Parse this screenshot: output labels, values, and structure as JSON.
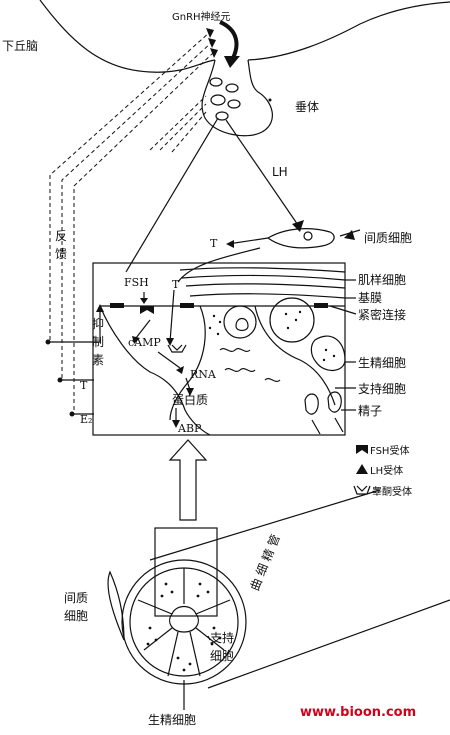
{
  "labels": {
    "hypothalamus": "下丘脑",
    "gnrh_neuron": "GnRH神经元",
    "pituitary": "垂体",
    "lh": "LH",
    "interstitial_cell": "间质细胞",
    "t_top": "T",
    "feedback": "反馈",
    "inhibin_1": "抑",
    "inhibin_2": "制",
    "inhibin_3": "素",
    "t_side": "T",
    "e2": "E₂",
    "fsh": "FSH",
    "t_box": "T",
    "camp": "cAMP",
    "rna": "RNA",
    "protein": "蛋白质",
    "abp": "ABP",
    "myoid_cell": "肌样细胞",
    "basement_membrane": "基膜",
    "tight_junction": "紧密连接",
    "spermatogenic_cell": "生精细胞",
    "sertoli_cell": "支持细胞",
    "sperm": "精子",
    "legend_fsh": "FSH受体",
    "legend_lh": "LH受体",
    "legend_testosterone": "睾酮受体",
    "seminiferous_tubule": "曲 细 精 管",
    "interstitial_cell_bottom_1": "间质",
    "interstitial_cell_bottom_2": "细胞",
    "sertoli_bottom_1": "支持",
    "sertoli_bottom_2": "细胞",
    "spermatogenic_bottom": "生精细胞",
    "watermark": "www.bioon.com"
  },
  "colors": {
    "line": "#111111",
    "watermark": "#d0021b"
  },
  "icons": {
    "fsh_receptor": "notched-block-icon",
    "lh_receptor": "triangle-icon",
    "testosterone_receptor": "cup-icon",
    "up_arrow": "hollow-up-arrow-icon"
  }
}
